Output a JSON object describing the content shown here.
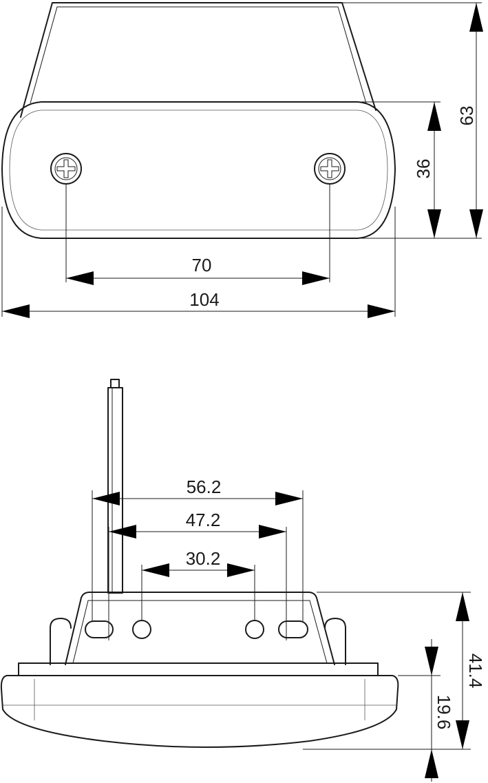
{
  "front_view": {
    "dimensions": {
      "screw_spacing": "70",
      "overall_width": "104",
      "lens_height": "36",
      "overall_height": "63"
    }
  },
  "side_view": {
    "dimensions": {
      "outer_holes": "56.2",
      "middle_holes": "47.2",
      "inner_holes": "30.2",
      "total_height": "41.4",
      "lens_depth": "19.6"
    }
  },
  "colors": {
    "line": "#1a1a1a",
    "background": "#ffffff"
  }
}
